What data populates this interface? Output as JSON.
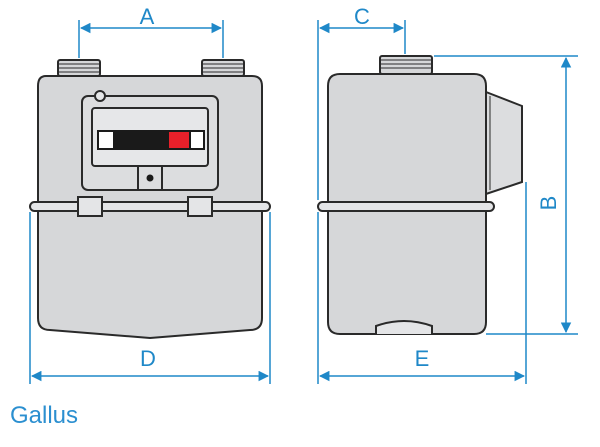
{
  "caption": "Gallus",
  "dimensions": {
    "a": "A",
    "b": "B",
    "c": "C",
    "d": "D",
    "e": "E"
  },
  "colors": {
    "dimension": "#1f88c8",
    "caption": "#2b8fd0",
    "body_fill": "#d6d7d9",
    "outline": "#2a2a2a",
    "display_red": "#e8202a",
    "display_black": "#1a1a1a"
  }
}
